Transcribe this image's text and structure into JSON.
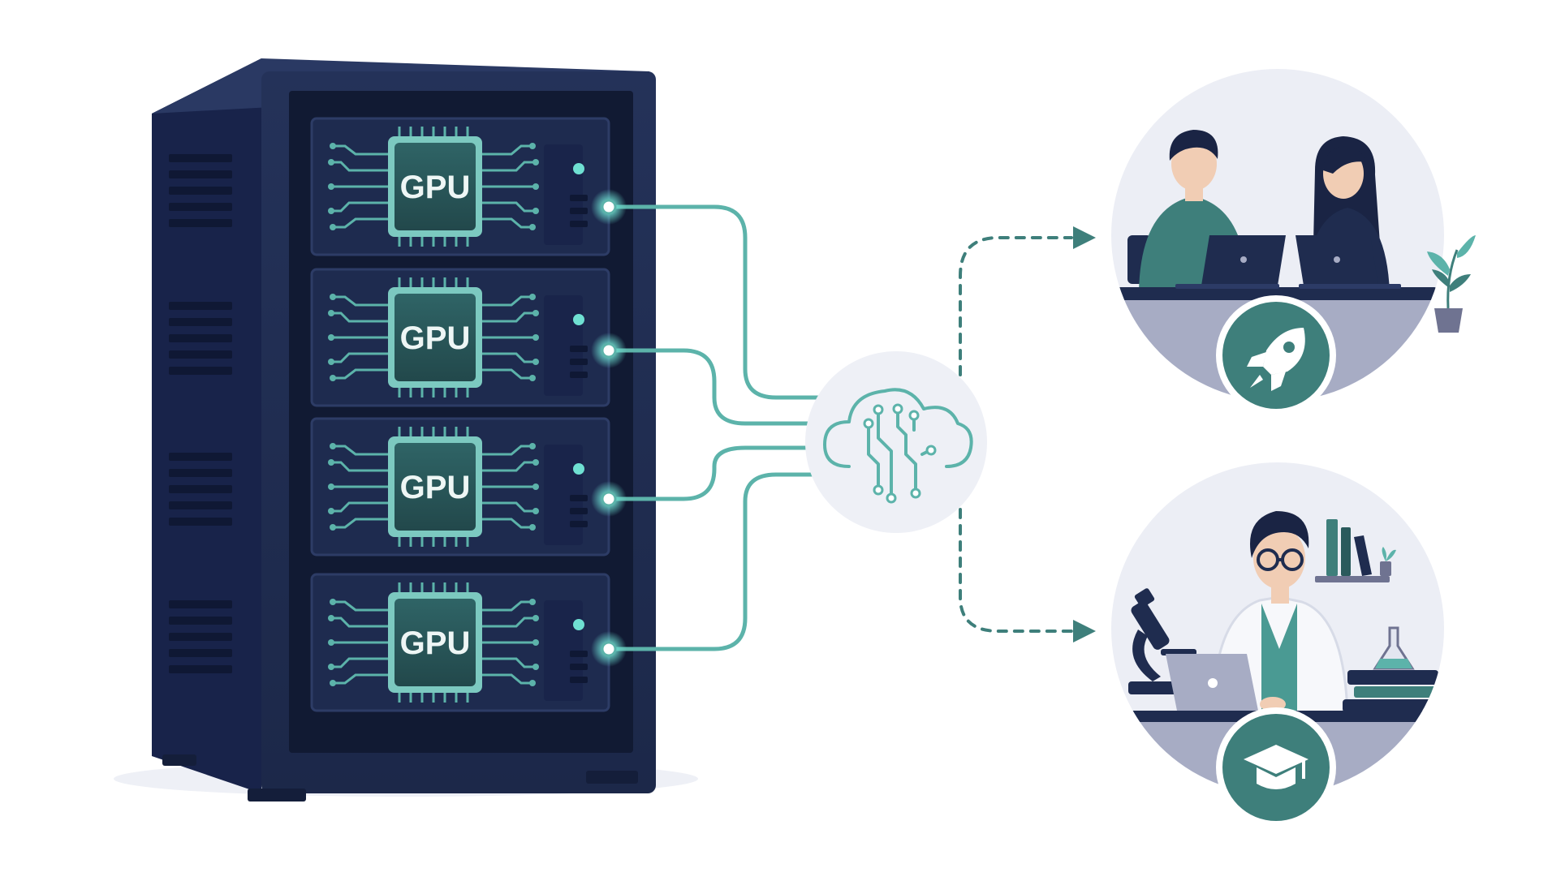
{
  "server": {
    "gpu_units": [
      {
        "label": "GPU"
      },
      {
        "label": "GPU"
      },
      {
        "label": "GPU"
      },
      {
        "label": "GPU"
      }
    ]
  },
  "hub": {
    "icon": "cloud-circuit-icon"
  },
  "destinations": [
    {
      "scene": "team-working-on-laptops",
      "badge_icon": "rocket-icon"
    },
    {
      "scene": "researcher-at-laptop-with-microscope",
      "badge_icon": "graduation-cap-icon"
    }
  ],
  "colors": {
    "rack": "#1f2c4f",
    "rack_dark": "#141e3a",
    "teal": "#5cb3aa",
    "teal_dark": "#3e7f7b",
    "chip_fill": "#2a5a5c",
    "circle_bg": "#eceef5",
    "accent_glow": "#6fe0d2"
  }
}
